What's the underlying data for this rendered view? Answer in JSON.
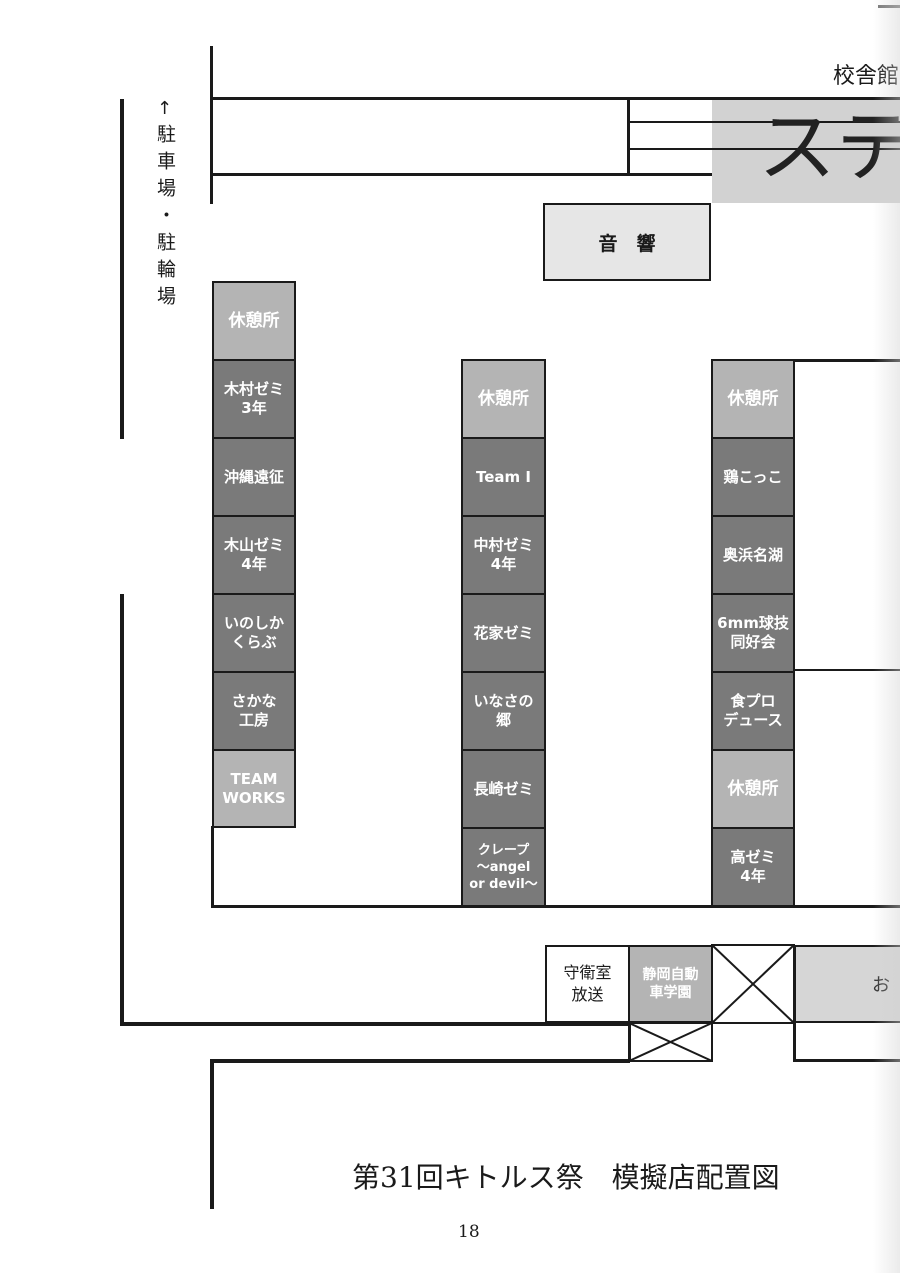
{
  "building_label": "校舎館",
  "stage_label": "ステ",
  "parking_label": "駐車場・駐輪場",
  "parking_arrow": "↑",
  "sound_label": "音　響",
  "guard_label": "守衛室\n放送",
  "gate_booth_label": "静岡自動\n車学園",
  "right_cut_label": "お",
  "footer_title": "第31回キトルス祭　模擬店配置図",
  "page_number": "18",
  "col1": [
    {
      "label": "休憩所",
      "kind": "rest"
    },
    {
      "label": "木村ゼミ\n3年",
      "kind": "stall"
    },
    {
      "label": "沖縄遠征",
      "kind": "stall"
    },
    {
      "label": "木山ゼミ\n4年",
      "kind": "stall"
    },
    {
      "label": "いのしか\nくらぶ",
      "kind": "stall"
    },
    {
      "label": "さかな\n工房",
      "kind": "stall"
    },
    {
      "label": "TEAM\nWORKS",
      "kind": "stall"
    }
  ],
  "col2": [
    {
      "label": "休憩所",
      "kind": "rest"
    },
    {
      "label": "Team I",
      "kind": "stall"
    },
    {
      "label": "中村ゼミ\n4年",
      "kind": "stall"
    },
    {
      "label": "花家ゼミ",
      "kind": "stall"
    },
    {
      "label": "いなさの\n郷",
      "kind": "stall"
    },
    {
      "label": "長崎ゼミ",
      "kind": "stall"
    },
    {
      "label": "クレープ\n〜angel\nor devil〜",
      "kind": "stall"
    }
  ],
  "col3": [
    {
      "label": "休憩所",
      "kind": "rest"
    },
    {
      "label": "鶏こっこ",
      "kind": "stall"
    },
    {
      "label": "奥浜名湖",
      "kind": "stall"
    },
    {
      "label": "6mm球技\n同好会",
      "kind": "stall"
    },
    {
      "label": "食プロ\nデュース",
      "kind": "stall"
    },
    {
      "label": "休憩所",
      "kind": "rest"
    },
    {
      "label": "高ゼミ\n4年",
      "kind": "stall"
    }
  ]
}
